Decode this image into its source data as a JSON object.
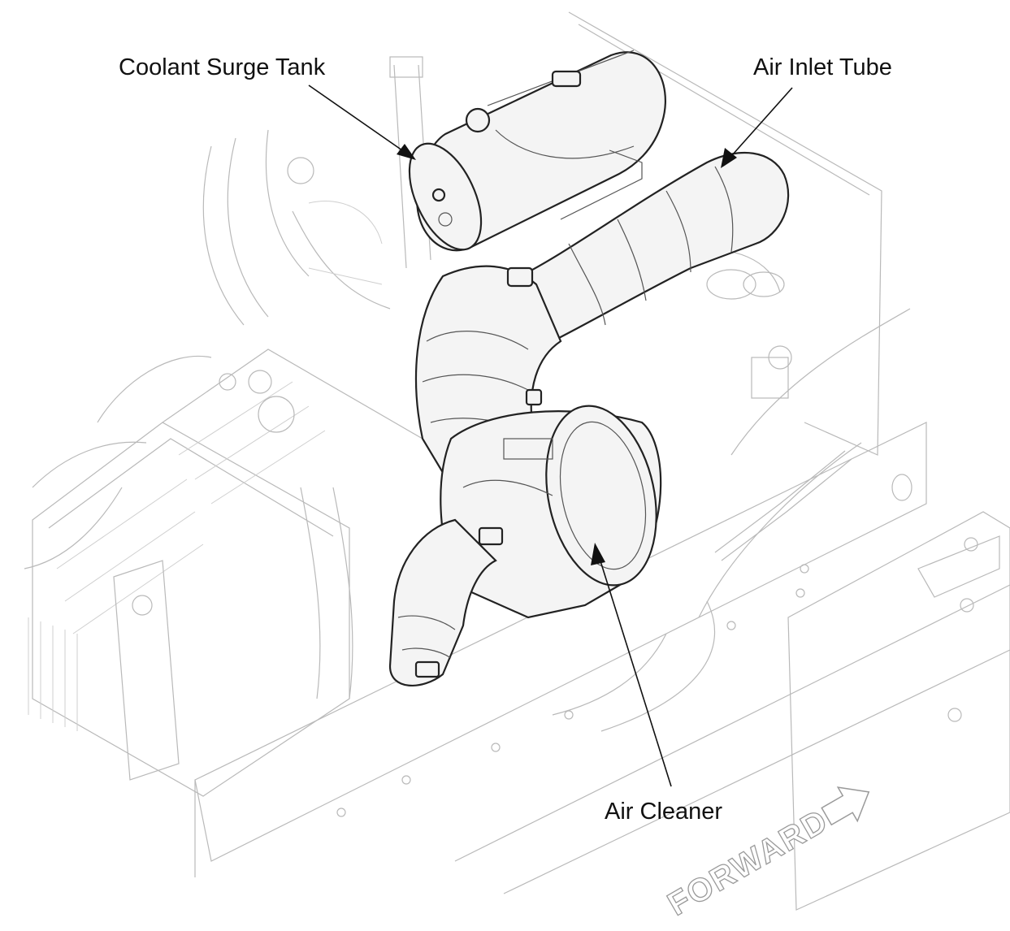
{
  "callouts": {
    "coolant_surge_tank": "Coolant Surge Tank",
    "air_inlet_tube": "Air Inlet Tube",
    "air_cleaner": "Air Cleaner"
  },
  "forward_marking": "FORWARD",
  "colors": {
    "line_art": "#222222",
    "faint_line_art": "#b9b9b9",
    "component_fill": "#f4f4f4",
    "background": "#ffffff"
  }
}
